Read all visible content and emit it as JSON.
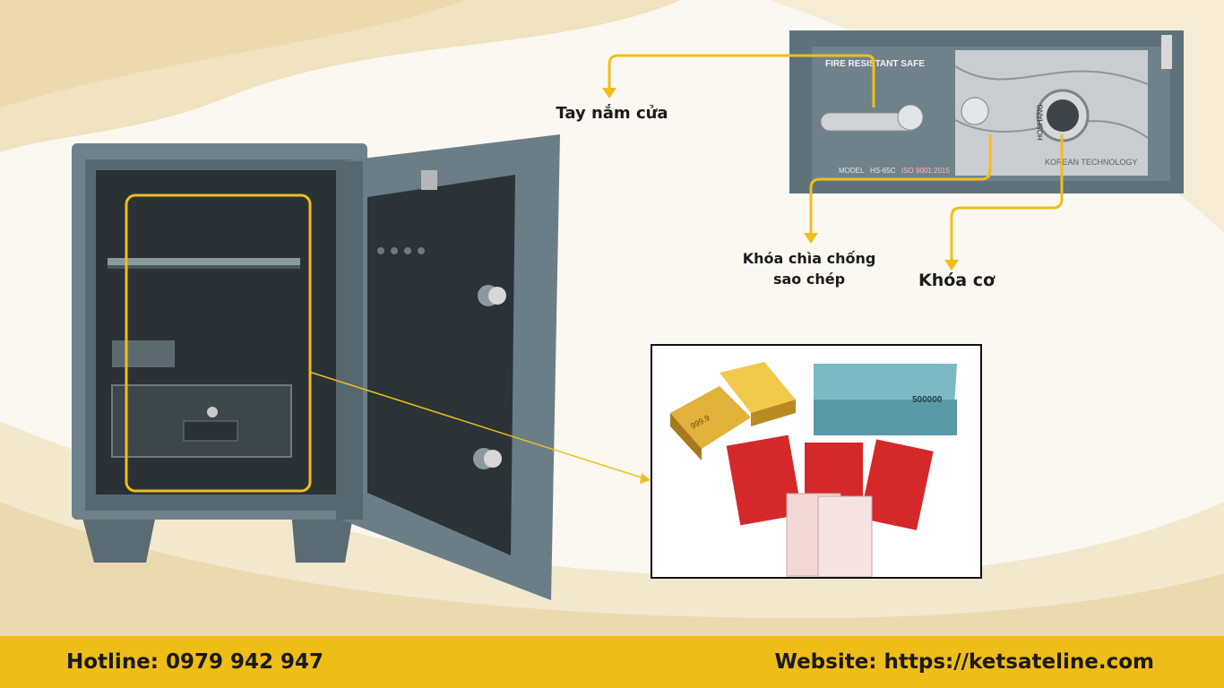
{
  "callouts": {
    "door_handle": "Tay nắm cửa",
    "anti_copy_key_line1": "Khóa chìa chống",
    "anti_copy_key_line2": "sao chép",
    "mechanical_lock": "Khóa cơ"
  },
  "lock_panel": {
    "brand_text": "FIRE RESISTANT SAFE",
    "model_text": "MODEL",
    "model_value": "HS-65C",
    "iso_text": "ISO 9001:2015",
    "dial_brand": "HOSHANG",
    "tech_text": "KOREAN TECHNOLOGY"
  },
  "valuables": {
    "gold_text": "999.9",
    "banknote_text": "500000"
  },
  "footer": {
    "hotline": "Hotline: 0979 942 947",
    "website": "Website: https://ketsateline.com"
  },
  "colors": {
    "accent": "#efbd17",
    "safe_body": "#6b7d86",
    "safe_interior": "#2c3438",
    "callout_line": "#f0be1c"
  }
}
